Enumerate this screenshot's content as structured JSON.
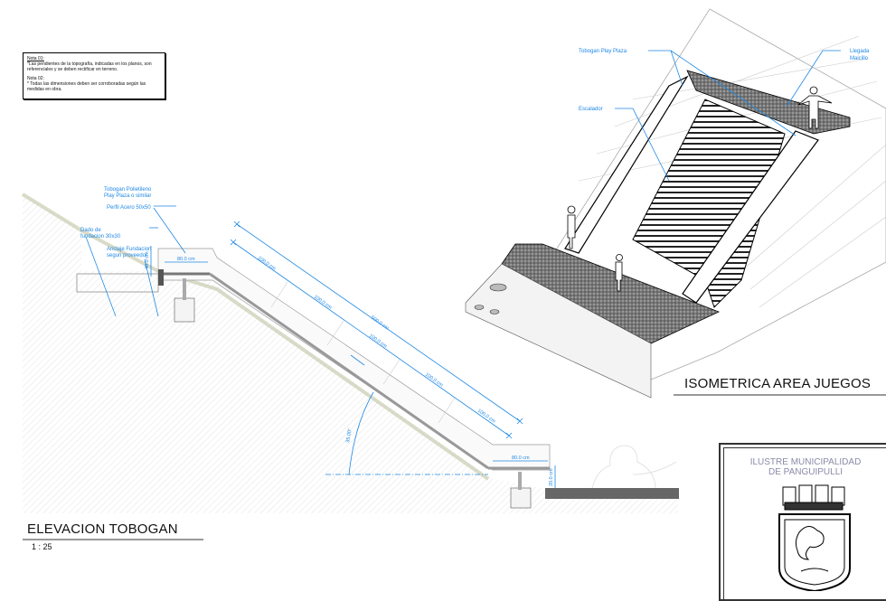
{
  "notes": {
    "note1_title": "Nota 01:",
    "note1_text": "*Las pendientes de la topografía, indicadas en los planos, son referenciales y se deben rectificar en terreno.",
    "note2_title": "Nota 02:",
    "note2_text": "* Todas las dimensiones deben ser corroboradas según las medidas en obra."
  },
  "elevation": {
    "title": "ELEVACION TOBOGAN",
    "scale": "1 : 25",
    "labels": {
      "slide_material_1": "Tobogan Polietileno",
      "slide_material_2": "Play Plaza o similar",
      "steel_profile": "Perfil Acero 50x50",
      "footing_1": "Dado de",
      "footing_2": "fundacion 30x30",
      "anchor_1": "Anclaje Fundacion",
      "anchor_2": "segun proveedor"
    },
    "dimensions": {
      "top_platform_width": "80.0 cm",
      "top_platform_height": "40.0 cm",
      "segments": [
        "100.0 cm",
        "100.0 cm",
        "100.0 cm",
        "100.0 cm",
        "100.0 cm"
      ],
      "total_length": "500.0 cm",
      "angle": "35.00°",
      "bottom_platform_width": "80.0 cm",
      "bottom_platform_height": "20.0 cm"
    }
  },
  "isometric": {
    "title": "ISOMETRICA AREA JUEGOS",
    "labels": {
      "slide": "Tobogan Play Plaza",
      "arrival_1": "Llegada",
      "arrival_2": "Maicillo",
      "climber": "Escalador"
    }
  },
  "title_block": {
    "org_line1": "ILUSTRE MUNICIPALIDAD",
    "org_line2": "DE PANGUIPULLI"
  },
  "colors": {
    "annotation": "#1e88e5",
    "ink": "#111111"
  }
}
